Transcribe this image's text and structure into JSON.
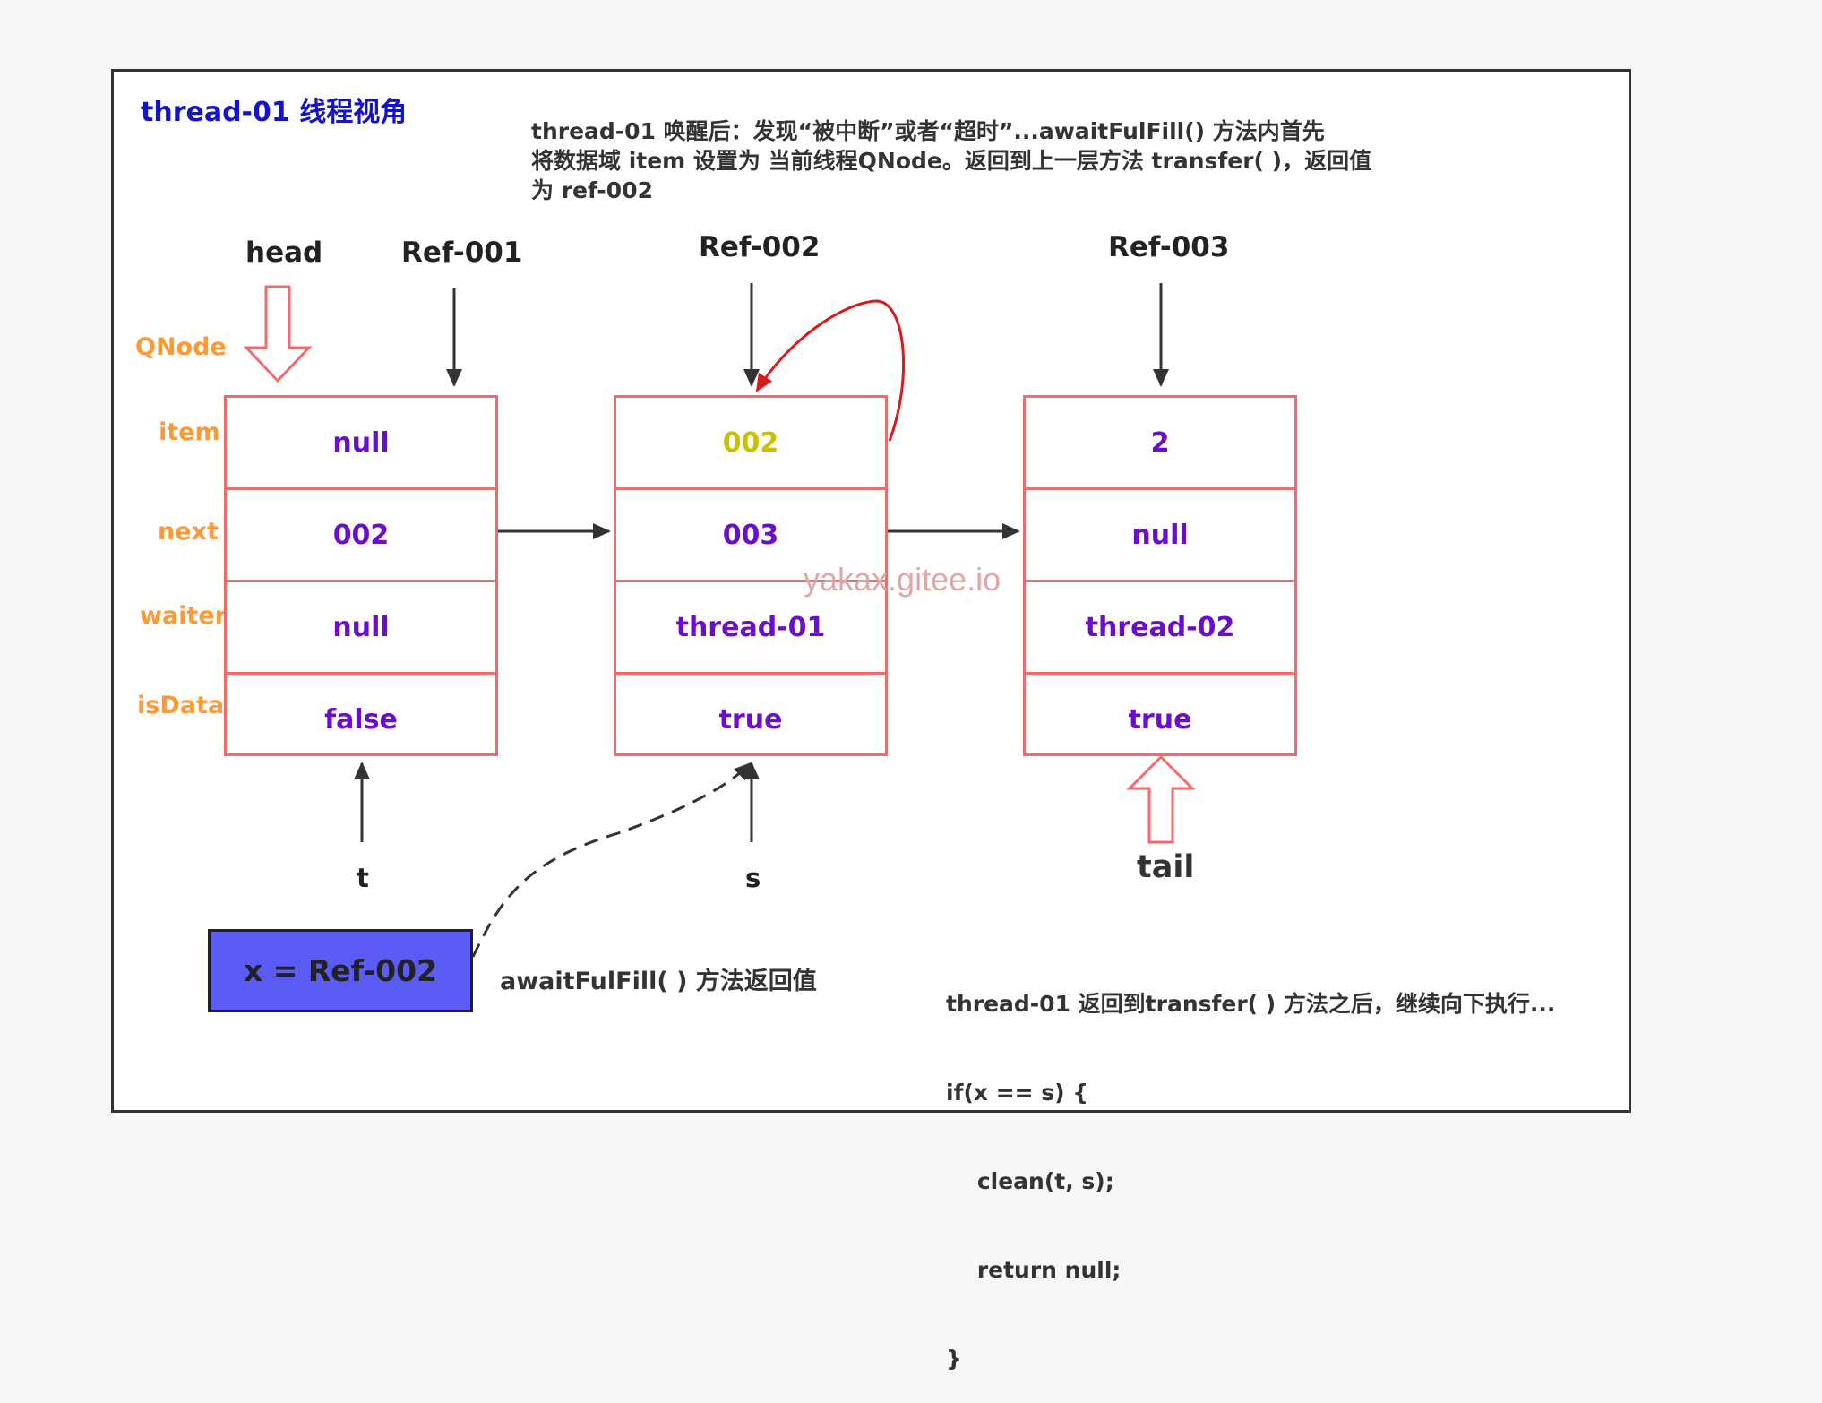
{
  "title": "thread-01 线程视角",
  "note_top": [
    "thread-01 唤醒后：发现“被中断”或者“超时”...awaitFulFill() 方法内首先",
    "将数据域 item  设置为 当前线程QNode。返回到上一层方法 transfer( )，返回值",
    "为    ref-002"
  ],
  "pointers": {
    "head": "head",
    "ref1": "Ref-001",
    "ref2": "Ref-002",
    "ref3": "Ref-003",
    "t": "t",
    "s": "s",
    "tail": "tail"
  },
  "field_labels": {
    "qnode": "QNode",
    "item": "item",
    "next": "next",
    "waiter": "waiter",
    "isData": "isData"
  },
  "nodes": [
    {
      "item": "null",
      "next": "002",
      "waiter": "null",
      "isData": "false"
    },
    {
      "item": "002",
      "next": "003",
      "waiter": "thread-01",
      "isData": "true"
    },
    {
      "item": "2",
      "next": "null",
      "waiter": "thread-02",
      "isData": "true"
    }
  ],
  "xbox": "x = Ref-002",
  "await_label": "awaitFulFill( ) 方法返回值",
  "watermark": "yakax.gitee.io",
  "code_lines": [
    "thread-01 返回到transfer( ) 方法之后，继续向下执行...",
    "if(x == s) {",
    "    clean(t, s);",
    "    return null;",
    "}"
  ],
  "colors": {
    "node_border": "#f26b6b",
    "value": "#6a0dcf",
    "highlight_value": "#c9c100",
    "field_label": "#ff9933",
    "title": "#1313c8",
    "xbox_fill": "#5b5bf5",
    "curve_arrow": "#d91a1a"
  }
}
